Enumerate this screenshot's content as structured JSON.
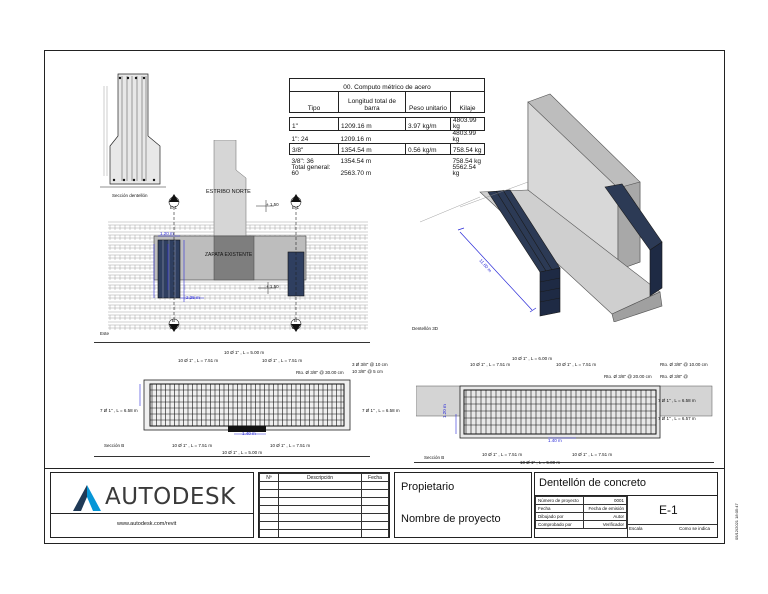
{
  "sheet": {
    "drawing_title": "Dentellón de concreto",
    "owner": "Propietario",
    "project_name": "Nombre de proyecto",
    "sheet_number": "E-1",
    "website": "www.autodesk.com/revit",
    "logo_text": "AUTODESK",
    "date_stamp": "05/12/2021 18:05:47",
    "fields": [
      {
        "label": "Número de proyecto",
        "value": "0001"
      },
      {
        "label": "Fecha",
        "value": "Fecha de emisión"
      },
      {
        "label": "Dibujado por",
        "value": "Autor"
      },
      {
        "label": "Comprobado por",
        "value": "Verificador"
      }
    ],
    "scale_label": "Escala",
    "scale_value": "Como se indica"
  },
  "revisions": {
    "col_no": "Nº",
    "col_desc": "Descripción",
    "col_date": "Fecha"
  },
  "quantity_table": {
    "title": "00. Computo métrico de acero",
    "headers": [
      "Tipo",
      "Longitud total de barra",
      "Peso unitario",
      "Kilaje"
    ],
    "rows": [
      {
        "type": "1\"",
        "length": "1209.16 m",
        "unit": "3.97 kg/m",
        "kg": "4803.99 kg"
      },
      {
        "type": "1\": 24",
        "length": "1209.16 m",
        "unit": "",
        "kg": "4803.99 kg"
      },
      {
        "type": "3/8\"",
        "length": "1354.54 m",
        "unit": "0.56 kg/m",
        "kg": "758.54 kg"
      },
      {
        "type": "3/8\": 36",
        "length": "1354.54 m",
        "unit": "",
        "kg": "758.54 kg"
      },
      {
        "type": "Total general: 60",
        "length": "2563.70 m",
        "unit": "",
        "kg": "5562.54 kg"
      }
    ]
  },
  "views": {
    "section_dentellon": "Sección dentellón",
    "plan": "Este",
    "view3d": "Dentellón 3D",
    "section_b": "Sección B",
    "section_b2": "Sección B",
    "estribo": "ESTRIBO NORTE",
    "zapata": "ZAPATA EXISTENTE",
    "dim_150a": "+ 1.50",
    "dim_150b": "+ 1.50",
    "dim_plan1": "1.20 m",
    "dim_plan2": "2.25 m",
    "dim_3d": "11.60 m",
    "marker_b": "B",
    "marker_e1": "E-1"
  },
  "section_b_labels": {
    "top1": "10 Ø 1\" , L = 5.00 m",
    "top2": "10 Ø 1\" , L = 7.51 m",
    "top3": "10 Ø 1\" , L = 7.51 m",
    "stir1": "Rto. Ø 3/8\" @ 30.00 cm",
    "stir2": "3 Ø 3/8\" @ 10 cm",
    "stir3": "10 3/8\" @ 5 cm",
    "left": "7 Ø 1\" , L = 6.58 m",
    "right": "7 Ø 1\" , L = 6.58 m",
    "bot1": "10 Ø 1\" , L = 7.51 m",
    "bot2": "10 Ø 1\" , L = 7.51 m",
    "bot3": "10 Ø 1\" , L = 5.00 m",
    "dim": "1.40 m"
  },
  "section_b2_labels": {
    "top1": "10 Ø 1\" , L = 7.51 m",
    "top2": "10 Ø 1\" , L = 6.00 m",
    "top3": "10 Ø 1\" , L = 7.51 m",
    "stir1": "Rto. Ø 3/8\" @ 10.00 cm",
    "stir2": "Rto. Ø 3/8\" @ 20.00 cm",
    "stir3": "Rto. Ø 3/8\" @",
    "right1": "7 Ø 1\" , L = 6.58 m",
    "right2": "7 Ø 1\" , L = 6.57 m",
    "bot1": "10 Ø 1\" , L = 7.51 m",
    "bot2": "10 Ø 1\" , L = 7.51 m",
    "bot3": "10 Ø 1\" , L = 5.00 m",
    "dim": "1.40 m",
    "dimv": "1.20 m"
  },
  "colors": {
    "rebar": "#1a1a1a",
    "dim": "#2a2ad8",
    "concrete": "#c8c8c8",
    "logo_blue": "#0696d7"
  }
}
